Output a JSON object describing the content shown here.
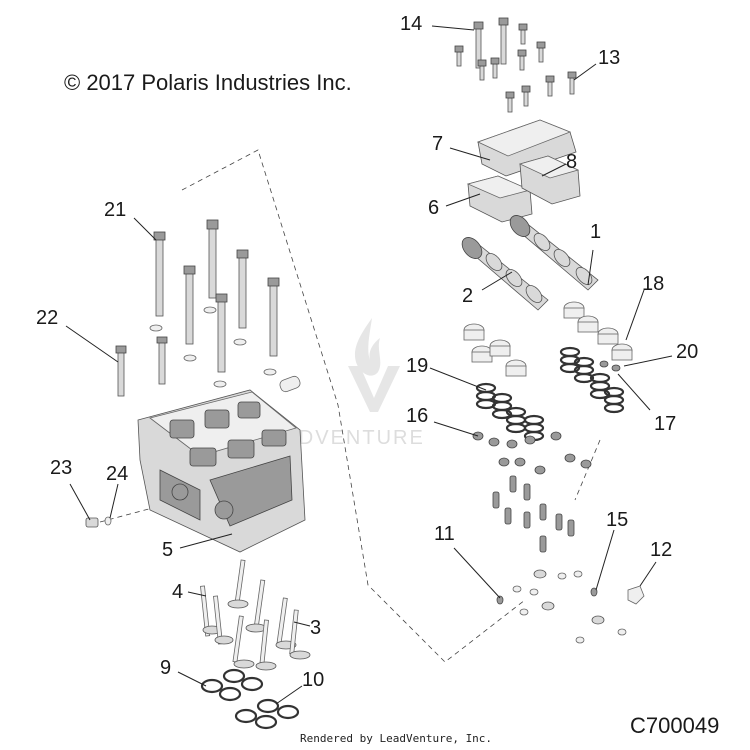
{
  "header": {
    "copyright": "© 2017 Polaris Industries Inc."
  },
  "footer": {
    "diagram_code": "C700049",
    "rendered_by": "Rendered by LeadVenture, Inc."
  },
  "watermark": {
    "text": "LEADVENTURE"
  },
  "callouts": {
    "c1": "1",
    "c2": "2",
    "c3": "3",
    "c4": "4",
    "c5": "5",
    "c6": "6",
    "c7": "7",
    "c8": "8",
    "c9": "9",
    "c10": "10",
    "c11": "11",
    "c12": "12",
    "c13": "13",
    "c14": "14",
    "c15": "15",
    "c16": "16",
    "c17": "17",
    "c18": "18",
    "c19": "19",
    "c20": "20",
    "c21": "21",
    "c22": "22",
    "c23": "23",
    "c24": "24"
  }
}
